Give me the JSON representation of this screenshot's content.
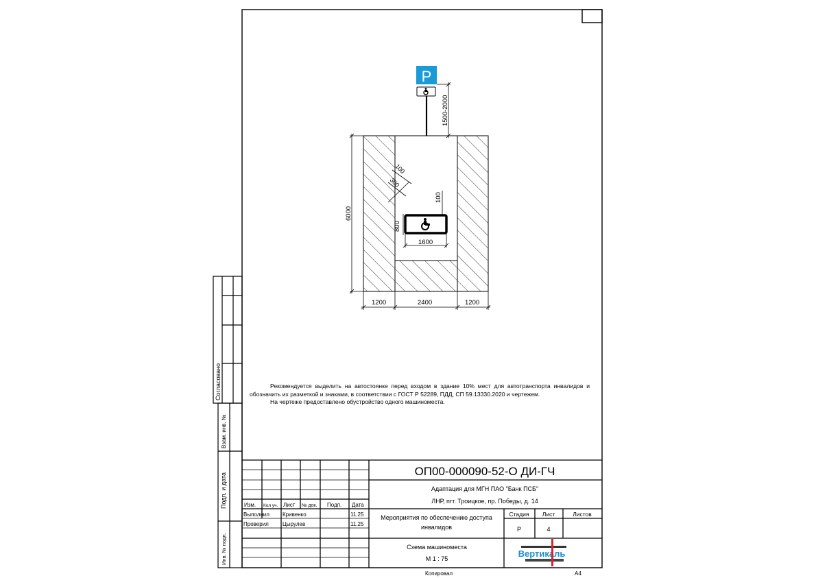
{
  "drawing": {
    "sign_label": "P",
    "dimensions": {
      "sign_height": "1500-2000",
      "total_length": "6000",
      "side_width_left": "1200",
      "center_width": "2400",
      "side_width_right": "1200",
      "offset_a": "100",
      "offset_b": "300",
      "marking_offset": "100",
      "marking_height": "800",
      "marking_width": "1600"
    }
  },
  "note": {
    "paragraph1": "Рекомендуется выделить на автостоянке перед входом в здание 10% мест для автотранспорта инвалидов и обозначить их разметкой и знаками, в соответствии с ГОСТ Р 52289, ПДД, СП 59.13330.2020 и чертежем.",
    "paragraph2": "На чертеже предоставлено обустройство одного машиноместа."
  },
  "side_stamp": {
    "agreed": "Согласовано",
    "replace_inv": "Взам. инв. №",
    "sign_date": "Подп. и дата",
    "inv_orig": "Инв. № подл."
  },
  "title_block": {
    "code": "ОП00-000090-52-О ДИ-ГЧ",
    "project_line1": "Адаптация для МГН ПАО \"Банк ПСБ\"",
    "project_line2": "ЛНР, пгт. Троицкое, пр. Победы, д. 14",
    "headers": [
      "Изм.",
      "Кол уч.",
      "Лист",
      "№ док.",
      "Подп.",
      "Дата"
    ],
    "rows": [
      {
        "role": "Выполнил",
        "name": "Кривенко",
        "date": "11.25"
      },
      {
        "role": "Проверил",
        "name": "Цырулев",
        "date": "11.25"
      }
    ],
    "sheet_title": "Мероприятия по обеспечению доступа инвалидов",
    "stage_label": "Стадия",
    "sheet_label": "Лист",
    "sheets_label": "Листов",
    "stage": "Р",
    "sheet": "4",
    "sheets": "",
    "drawing_title": "Схема машиноместа",
    "scale": "М 1 : 75",
    "logo_text": "Вертикаль",
    "copied": "Копировал",
    "format": "А4"
  },
  "colors": {
    "sign_blue": "#1a9ad6",
    "logo_blue": "#1a8fd0",
    "logo_red": "#e0202a"
  }
}
